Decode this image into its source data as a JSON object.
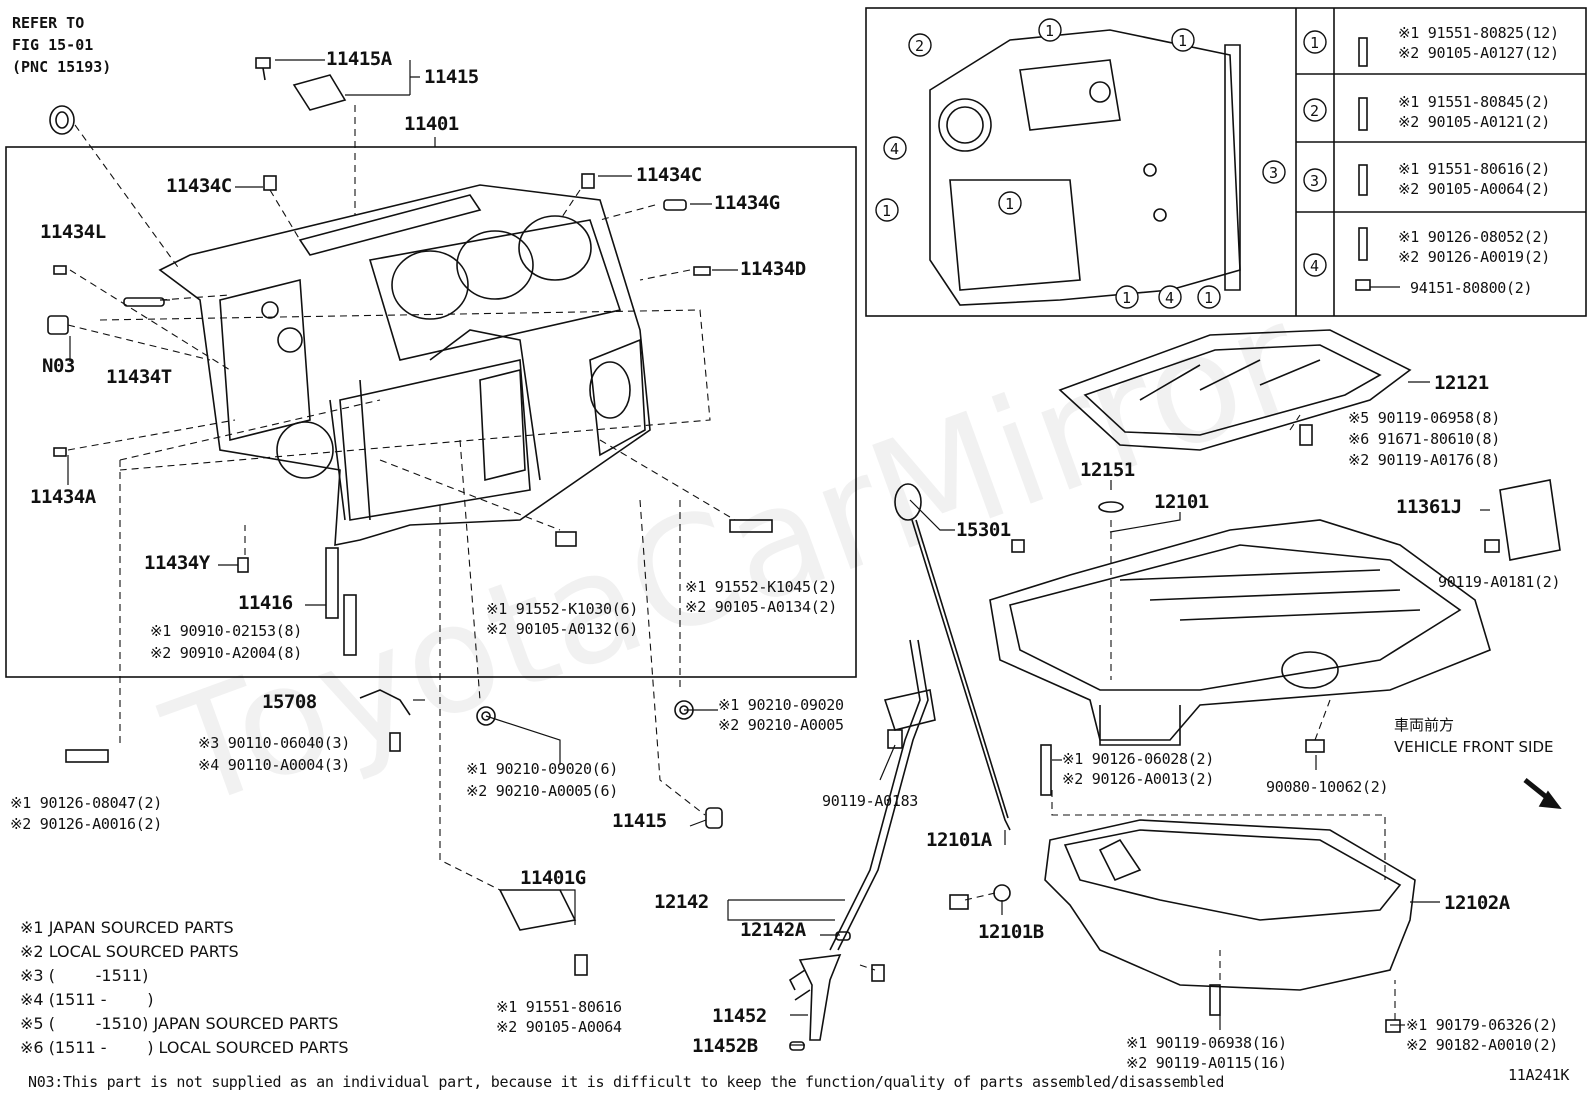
{
  "refer": {
    "line1": "REFER TO",
    "line2": "FIG 15-01",
    "line3": "(PNC 15193)"
  },
  "watermark": "ToyotaCarMirror",
  "parts": {
    "p11415A": "11415A",
    "p11415": "11415",
    "p11401": "11401",
    "p11434C_a": "11434C",
    "p11434C_b": "11434C",
    "p11434G": "11434G",
    "p11434L": "11434L",
    "p11434D": "11434D",
    "pN03": "N03",
    "p11434T": "11434T",
    "p11434A": "11434A",
    "p11434Y": "11434Y",
    "p11416": "11416",
    "p15708": "15708",
    "p11415b": "11415",
    "p11401G": "11401G",
    "p15301": "15301",
    "p12151": "12151",
    "p12101": "12101",
    "p12121": "12121",
    "p11361J": "11361J",
    "p12101A": "12101A",
    "p12101B": "12101B",
    "p12142": "12142",
    "p12142A": "12142A",
    "p11452": "11452",
    "p11452B": "11452B",
    "p12102A": "12102A"
  },
  "refs": {
    "r11416_1": "※1 90910-02153(8)",
    "r11416_2": "※2 90910-A2004(8)",
    "rK1030_1": "※1 91552-K1030(6)",
    "rK1030_2": "※2 90105-A0132(6)",
    "rK1045_1": "※1 91552-K1045(2)",
    "rK1045_2": "※2 90105-A0134(2)",
    "r0909_1": "※1 90210-09020",
    "r0909_2": "※2 90210-A0005",
    "r15708_1": "※3 90110-06040(3)",
    "r15708_2": "※4 90110-A0004(3)",
    "r09020_1": "※1 90210-09020(6)",
    "r09020_2": "※2 90210-A0005(6)",
    "r08047_1": "※1 90126-08047(2)",
    "r08047_2": "※2 90126-A0016(2)",
    "r80616_1": "※1 91551-80616",
    "r80616_2": "※2 90105-A0064",
    "rA0183": "90119-A0183",
    "r06028_1": "※1 90126-06028(2)",
    "r06028_2": "※2 90126-A0013(2)",
    "r10062": "90080-10062(2)",
    "r06938_1": "※1 90119-06938(16)",
    "r06938_2": "※2 90119-A0115(16)",
    "r06326_1": "※1 90179-06326(2)",
    "r06326_2": "※2 90182-A0010(2)",
    "r12121_1": "※5 90119-06958(8)",
    "r12121_2": "※6 91671-80610(8)",
    "r12121_3": "※2 90119-A0176(8)",
    "rA0181": "90119-A0181(2)"
  },
  "vehicle_front": {
    "jp": "車両前方",
    "en": "VEHICLE FRONT SIDE"
  },
  "bolt_table": [
    {
      "num": "1",
      "a": "※1 91551-80825(12)",
      "b": "※2 90105-A0127(12)"
    },
    {
      "num": "2",
      "a": "※1 91551-80845(2)",
      "b": "※2 90105-A0121(2)"
    },
    {
      "num": "3",
      "a": "※1 91551-80616(2)",
      "b": "※2 90105-A0064(2)"
    },
    {
      "num": "4",
      "a": "※1 90126-08052(2)",
      "b": "※2 90126-A0019(2)",
      "c": "94151-80800(2)"
    }
  ],
  "inset_callouts": [
    "1",
    "2",
    "3",
    "4"
  ],
  "legend": [
    {
      "sym": "※1",
      "text": "JAPAN SOURCED PARTS"
    },
    {
      "sym": "※2",
      "text": "LOCAL SOURCED PARTS"
    },
    {
      "sym": "※3",
      "text": "(        -1511)"
    },
    {
      "sym": "※4",
      "text": "(1511 -        )"
    },
    {
      "sym": "※5",
      "text": "(        -1510) JAPAN SOURCED PARTS"
    },
    {
      "sym": "※6",
      "text": "(1511 -        ) LOCAL SOURCED PARTS"
    }
  ],
  "footnote": "N03:This part is not supplied as an individual part, because it is difficult to keep the function/quality of parts assembled/disassembled",
  "figure_code": "11A241K"
}
